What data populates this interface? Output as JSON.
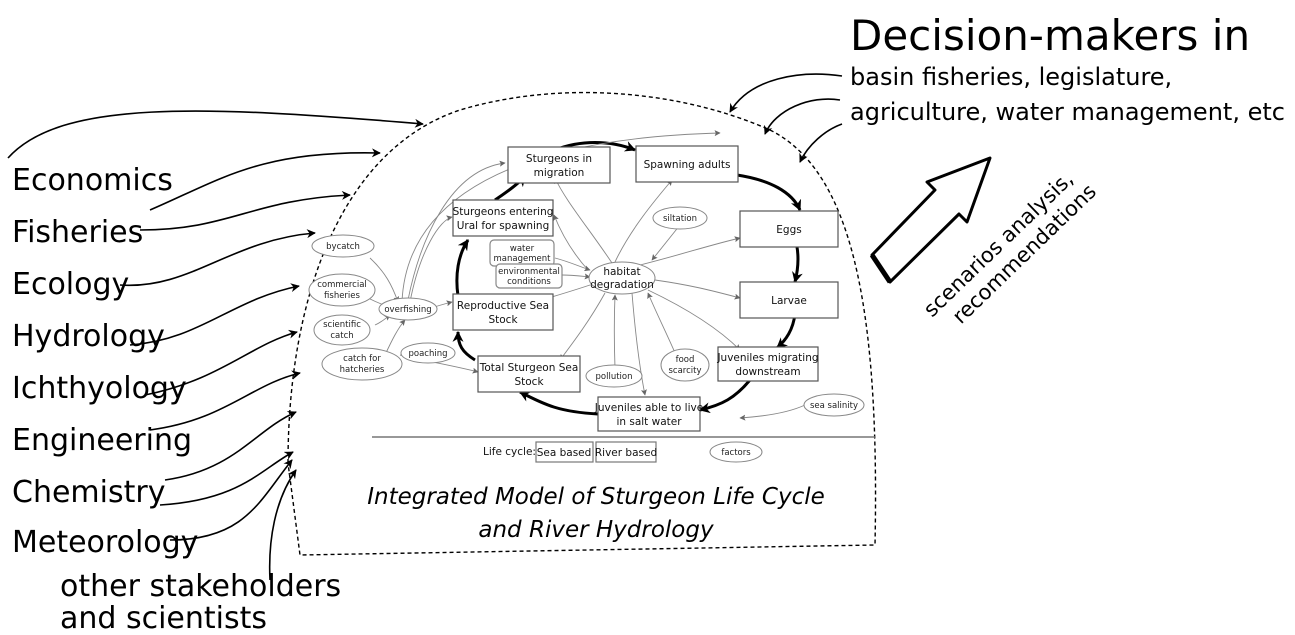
{
  "disciplines": [
    "Economics",
    "Fisheries",
    "Ecology",
    "Hydrology",
    "Ichthyology",
    "Engineering",
    "Chemistry",
    "Meteorology"
  ],
  "other_stakeholders": [
    "other stakeholders",
    "and scientists"
  ],
  "decision_makers": {
    "title": "Decision-makers in",
    "lines": [
      "basin fisheries, legislature,",
      "agriculture, water management, etc"
    ]
  },
  "outputs": [
    "scenarios analysis,",
    "recommendations"
  ],
  "model_title": [
    "Integrated Model of Sturgeon Life Cycle",
    "and River Hydrology"
  ],
  "life_cycle": {
    "sturgeons_migration": [
      "Sturgeons in",
      "migration"
    ],
    "spawning_adults": [
      "Spawning adults"
    ],
    "eggs": [
      "Eggs"
    ],
    "larvae": [
      "Larvae"
    ],
    "juveniles_downstream": [
      "Juveniles migrating",
      "downstream"
    ],
    "juveniles_salt": [
      "Juveniles able to live",
      "in salt water"
    ],
    "total_stock": [
      "Total Sturgeon Sea",
      "Stock"
    ],
    "reproductive_stock": [
      "Reproductive Sea",
      "Stock"
    ],
    "entering_ural": [
      "Sturgeons entering",
      "Ural for spawning"
    ]
  },
  "factors": {
    "habitat": [
      "habitat",
      "degradation"
    ],
    "siltation": [
      "siltation"
    ],
    "water_management": [
      "water",
      "management"
    ],
    "environmental_conditions": [
      "environmental",
      "conditions"
    ],
    "bycatch": [
      "bycatch"
    ],
    "commercial_fisheries": [
      "commercial",
      "fisheries"
    ],
    "overfishing": [
      "overfishing"
    ],
    "scientific_catch": [
      "scientific",
      "catch"
    ],
    "catch_hatcheries": [
      "catch for",
      "hatcheries"
    ],
    "poaching": [
      "poaching"
    ],
    "pollution": [
      "pollution"
    ],
    "food_scarcity": [
      "food",
      "scarcity"
    ],
    "sea_salinity": [
      "sea salinity"
    ]
  },
  "legend": {
    "label": "Life cycle:",
    "sea": "Sea based",
    "river": "River based",
    "factors": "factors"
  }
}
